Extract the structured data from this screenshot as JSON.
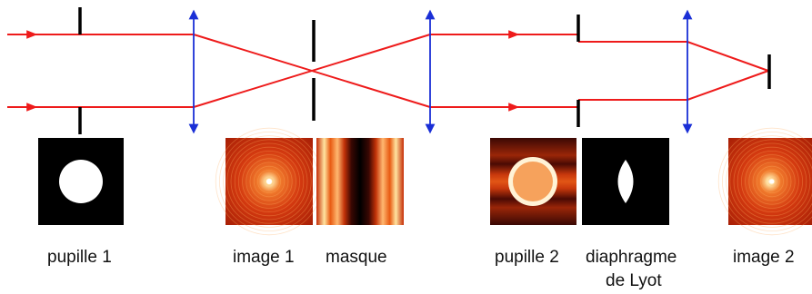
{
  "labels": {
    "pupille1": "pupille 1",
    "image1": "image 1",
    "masque": "masque",
    "pupille2": "pupille 2",
    "diaphragme_line1": "diaphragme",
    "diaphragme_line2": "de Lyot",
    "image2": "image 2"
  },
  "colors": {
    "ray": "#ee1b1b",
    "lens": "#1a2fd6",
    "stop": "#000000",
    "panel_dark": "#000000",
    "panel_white": "#ffffff",
    "heat_bright": "#ffd27a",
    "heat_mid": "#e24a10",
    "heat_dark": "#5a0c05"
  }
}
